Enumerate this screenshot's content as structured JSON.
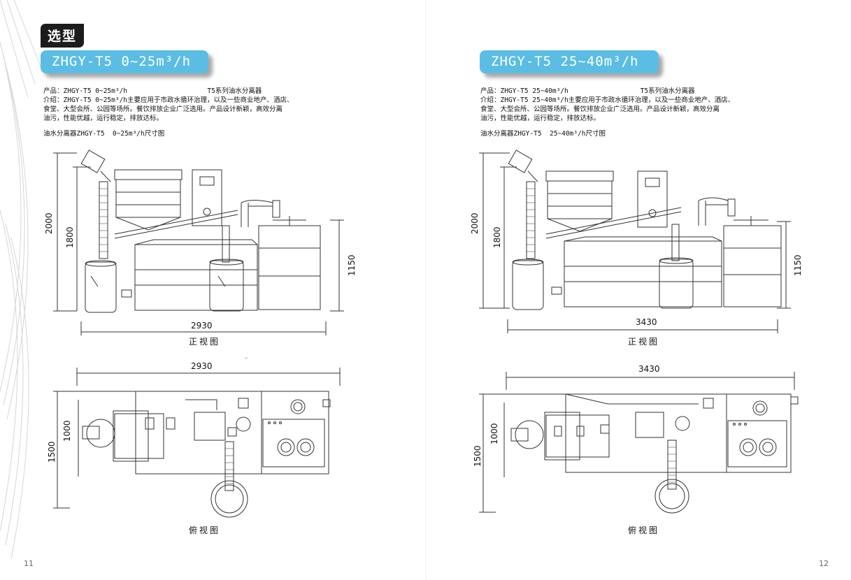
{
  "section_title": "选型",
  "left": {
    "banner": "ZHGY-T5  0~25m³/h",
    "product_line": "产品：ZHGY-T5 0~25m³/h                    T5系列油水分离器",
    "intro_lines": [
      "介绍：ZHGY-T5 0~25m³/h主要应用于市政水循环治理，以及一些商业地产、酒店、",
      "食堂、大型会所、公园等场所。餐饮排放企业广泛选用。产品设计新颖，高效分离",
      "油污，性能优越，运行稳定，排放达标。"
    ],
    "drawing_title": "油水分离器ZHGY-T5  0~25m³/h尺寸图",
    "front_view_label": "正视图",
    "top_view_label": "俯视图",
    "dims": {
      "height_total": "2000",
      "height_inner": "1800",
      "height_tank": "1150",
      "width_front": "2930",
      "width_top": "2930",
      "depth_total": "1500",
      "depth_inner": "1000"
    },
    "page_number": "11"
  },
  "right": {
    "banner": "ZHGY-T5  25~40m³/h",
    "product_line": "产品：ZHGY-T5 25~40m³/h                  T5系列油水分离器",
    "intro_lines": [
      "介绍：ZHGY-T5 25~40m³/h主要应用于市政水循环治理，以及一些商业地产、酒店、",
      "食堂、大型会所、公园等场所。餐饮排放企业广泛选用。产品设计新颖，高效分离",
      "油污，性能优越，运行稳定，排放达标。"
    ],
    "drawing_title": "油水分离器ZHGY-T5  25~40m³/h尺寸图",
    "front_view_label": "正视图",
    "top_view_label": "俯视图",
    "dims": {
      "height_total": "2000",
      "height_inner": "1800",
      "height_tank": "1150",
      "width_front": "3430",
      "width_top": "3430",
      "depth_total": "1500",
      "depth_inner": "1000"
    },
    "page_number": "12"
  },
  "colors": {
    "banner": "#5bbde3",
    "tag_bg": "#1c1c1c",
    "line": "#333333"
  }
}
